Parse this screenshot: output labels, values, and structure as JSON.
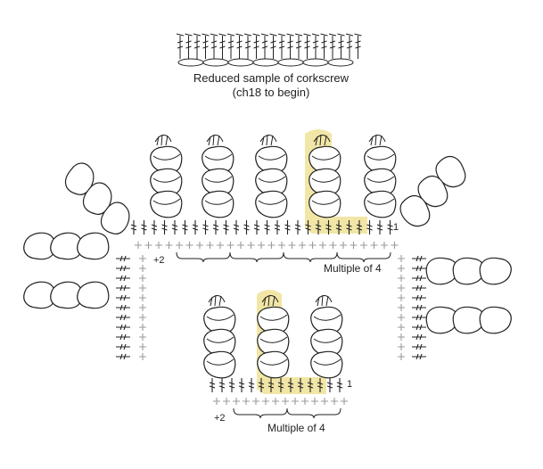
{
  "title": {
    "line1": "Reduced sample of corkscrew",
    "line2": "(ch18 to begin)"
  },
  "top_chart": {
    "plus_label": "+2",
    "multiple_label": "Multiple of 4",
    "row_marker": "1"
  },
  "bottom_chart": {
    "plus_label": "+2",
    "multiple_label": "Multiple of 4",
    "row_marker": "1"
  },
  "colors": {
    "highlight": "#f2e6a6",
    "ink": "#222222",
    "chain_gray": "#9a9a9a"
  },
  "icons": [
    "corkscrew-stitch-icon",
    "treble-stitch-icon",
    "chain-stitch-icon"
  ]
}
